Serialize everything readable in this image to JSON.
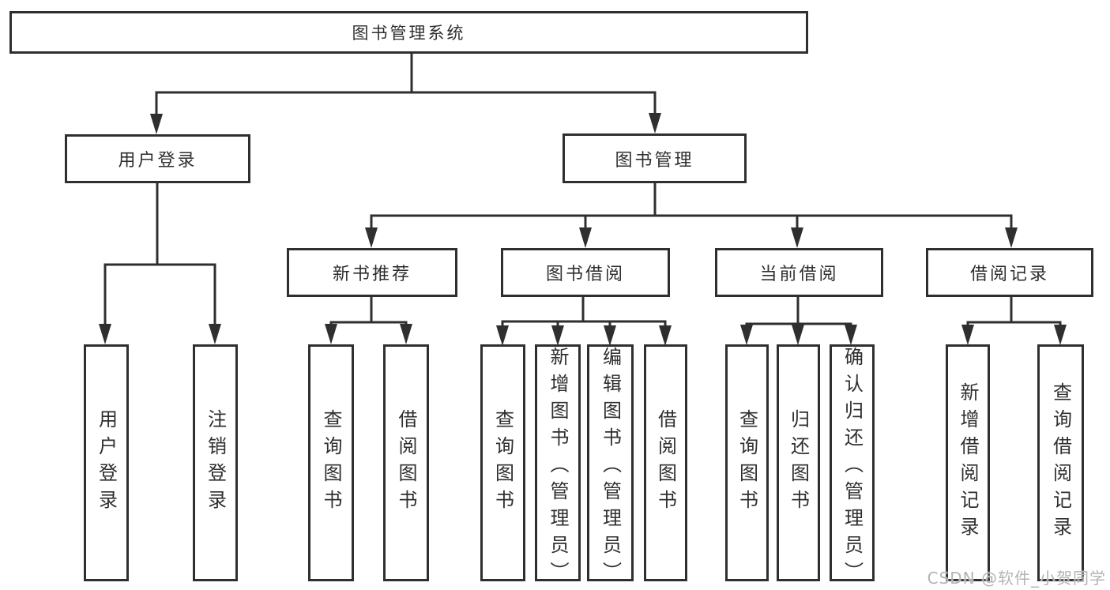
{
  "colors": {
    "line": "#2f2f2f",
    "border": "#2f2f2f",
    "text": "#2f2f2f",
    "watermark": "#b3b3b3",
    "background": "#ffffff"
  },
  "nodes": {
    "root": "图书管理系统",
    "l2": [
      "用户登录",
      "图书管理"
    ],
    "l3": [
      "新书推荐",
      "图书借阅",
      "当前借阅",
      "借阅记录"
    ],
    "l4_user_login": [
      "用户登录",
      "注销登录"
    ],
    "l4_new_book": [
      "查询图书",
      "借阅图书"
    ],
    "l4_book_borrow": [
      "查询图书",
      "新增图书（管理员）",
      "编辑图书（管理员）",
      "借阅图书"
    ],
    "l4_current_borrow": [
      "查询图书",
      "归还图书",
      "确认归还（管理员）"
    ],
    "l4_borrow_records": [
      "新增借阅记录",
      "查询借阅记录"
    ]
  },
  "watermark": "CSDN @软件_小贺同学"
}
